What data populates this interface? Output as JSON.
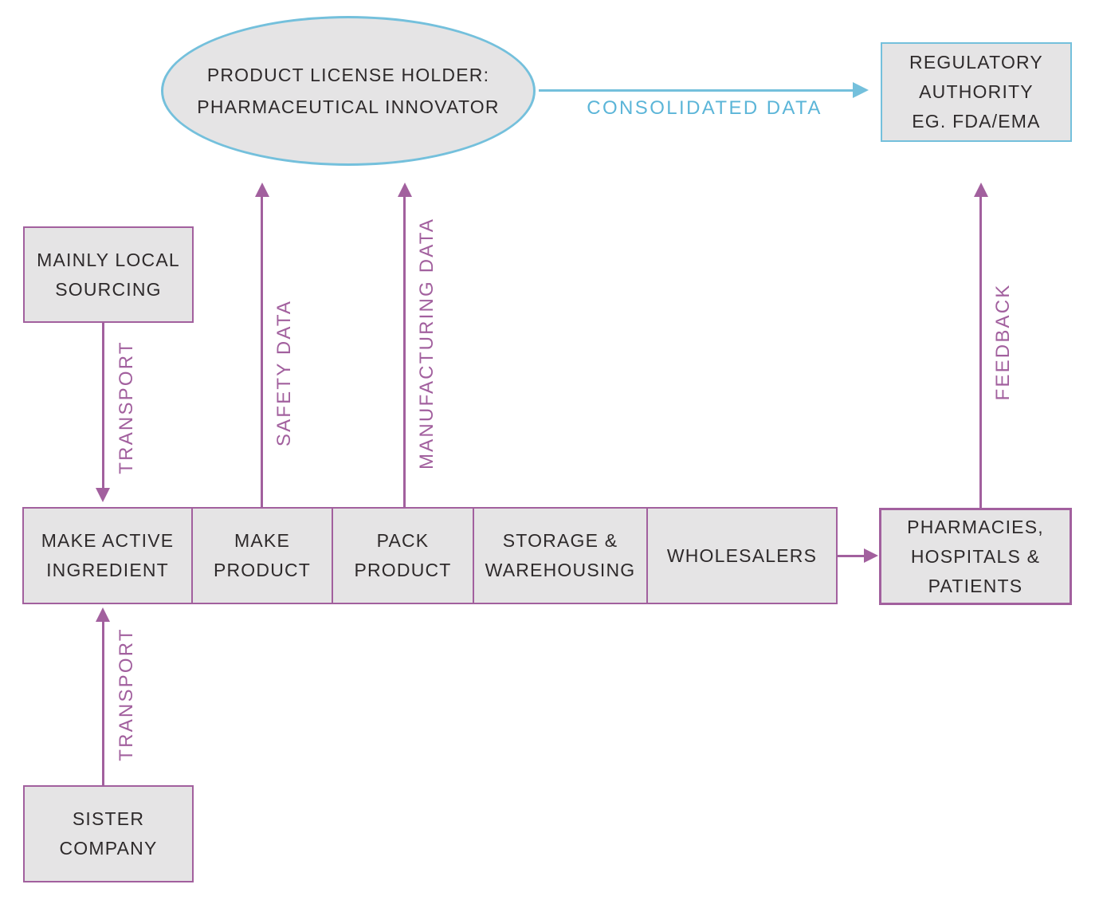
{
  "colors": {
    "purple": "#a2609e",
    "blue": "#74c0dc",
    "blue_text": "#5bb5d8",
    "node_fill": "#e5e4e5",
    "text": "#2e2a2b",
    "background": "#ffffff"
  },
  "nodes": {
    "license_holder": {
      "lines": [
        "PRODUCT LICENSE HOLDER:",
        "PHARMACEUTICAL INNOVATOR"
      ]
    },
    "regulatory_authority": {
      "lines": [
        "REGULATORY",
        "AUTHORITY",
        "EG. FDA/EMA"
      ]
    },
    "mainly_local_sourcing": {
      "lines": [
        "MAINLY LOCAL",
        "SOURCING"
      ]
    },
    "sister_company": {
      "lines": [
        "SISTER",
        "COMPANY"
      ]
    },
    "pharmacies_hospitals_patients": {
      "lines": [
        "PHARMACIES,",
        "HOSPITALS &",
        "PATIENTS"
      ]
    },
    "chain": [
      {
        "lines": [
          "MAKE ACTIVE",
          "INGREDIENT"
        ]
      },
      {
        "lines": [
          "MAKE",
          "PRODUCT"
        ]
      },
      {
        "lines": [
          "PACK",
          "PRODUCT"
        ]
      },
      {
        "lines": [
          "STORAGE &",
          "WAREHOUSING"
        ]
      },
      {
        "lines": [
          "WHOLESALERS"
        ]
      }
    ]
  },
  "arrows": {
    "consolidated_data": {
      "label": "CONSOLIDATED DATA",
      "direction": "right",
      "from": "license_holder",
      "to": "regulatory_authority"
    },
    "transport_sourcing": {
      "label": "TRANSPORT",
      "direction": "down",
      "from": "mainly_local_sourcing",
      "to": "make_active_ingredient"
    },
    "transport_sister": {
      "label": "TRANSPORT",
      "direction": "up",
      "from": "sister_company",
      "to": "make_active_ingredient"
    },
    "safety_data": {
      "label": "SAFETY DATA",
      "direction": "up",
      "from": "make_product",
      "to": "license_holder"
    },
    "manufacturing_data": {
      "label": "MANUFACTURING DATA",
      "direction": "up",
      "from": "pack_product",
      "to": "license_holder"
    },
    "feedback": {
      "label": "FEEDBACK",
      "direction": "up",
      "from": "pharmacies_hospitals_patients",
      "to": "regulatory_authority"
    },
    "wholesalers_to_pharmacies": {
      "direction": "right",
      "from": "wholesalers",
      "to": "pharmacies_hospitals_patients"
    }
  }
}
